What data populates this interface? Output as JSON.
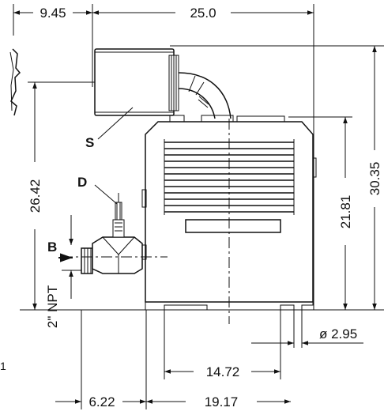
{
  "dimensions": {
    "top_left": "9.45",
    "top_width": "25.0",
    "height_left": "26.42",
    "height_mid": "21.81",
    "height_right": "30.35",
    "diameter": "ø 2.95",
    "base_span": "14.72",
    "bottom_left": "6.22",
    "bottom_right": "19.17",
    "inlet_size": "2\" NPT"
  },
  "labels": {
    "s": "S",
    "d": "D",
    "b": "B",
    "corner_number": "1"
  }
}
